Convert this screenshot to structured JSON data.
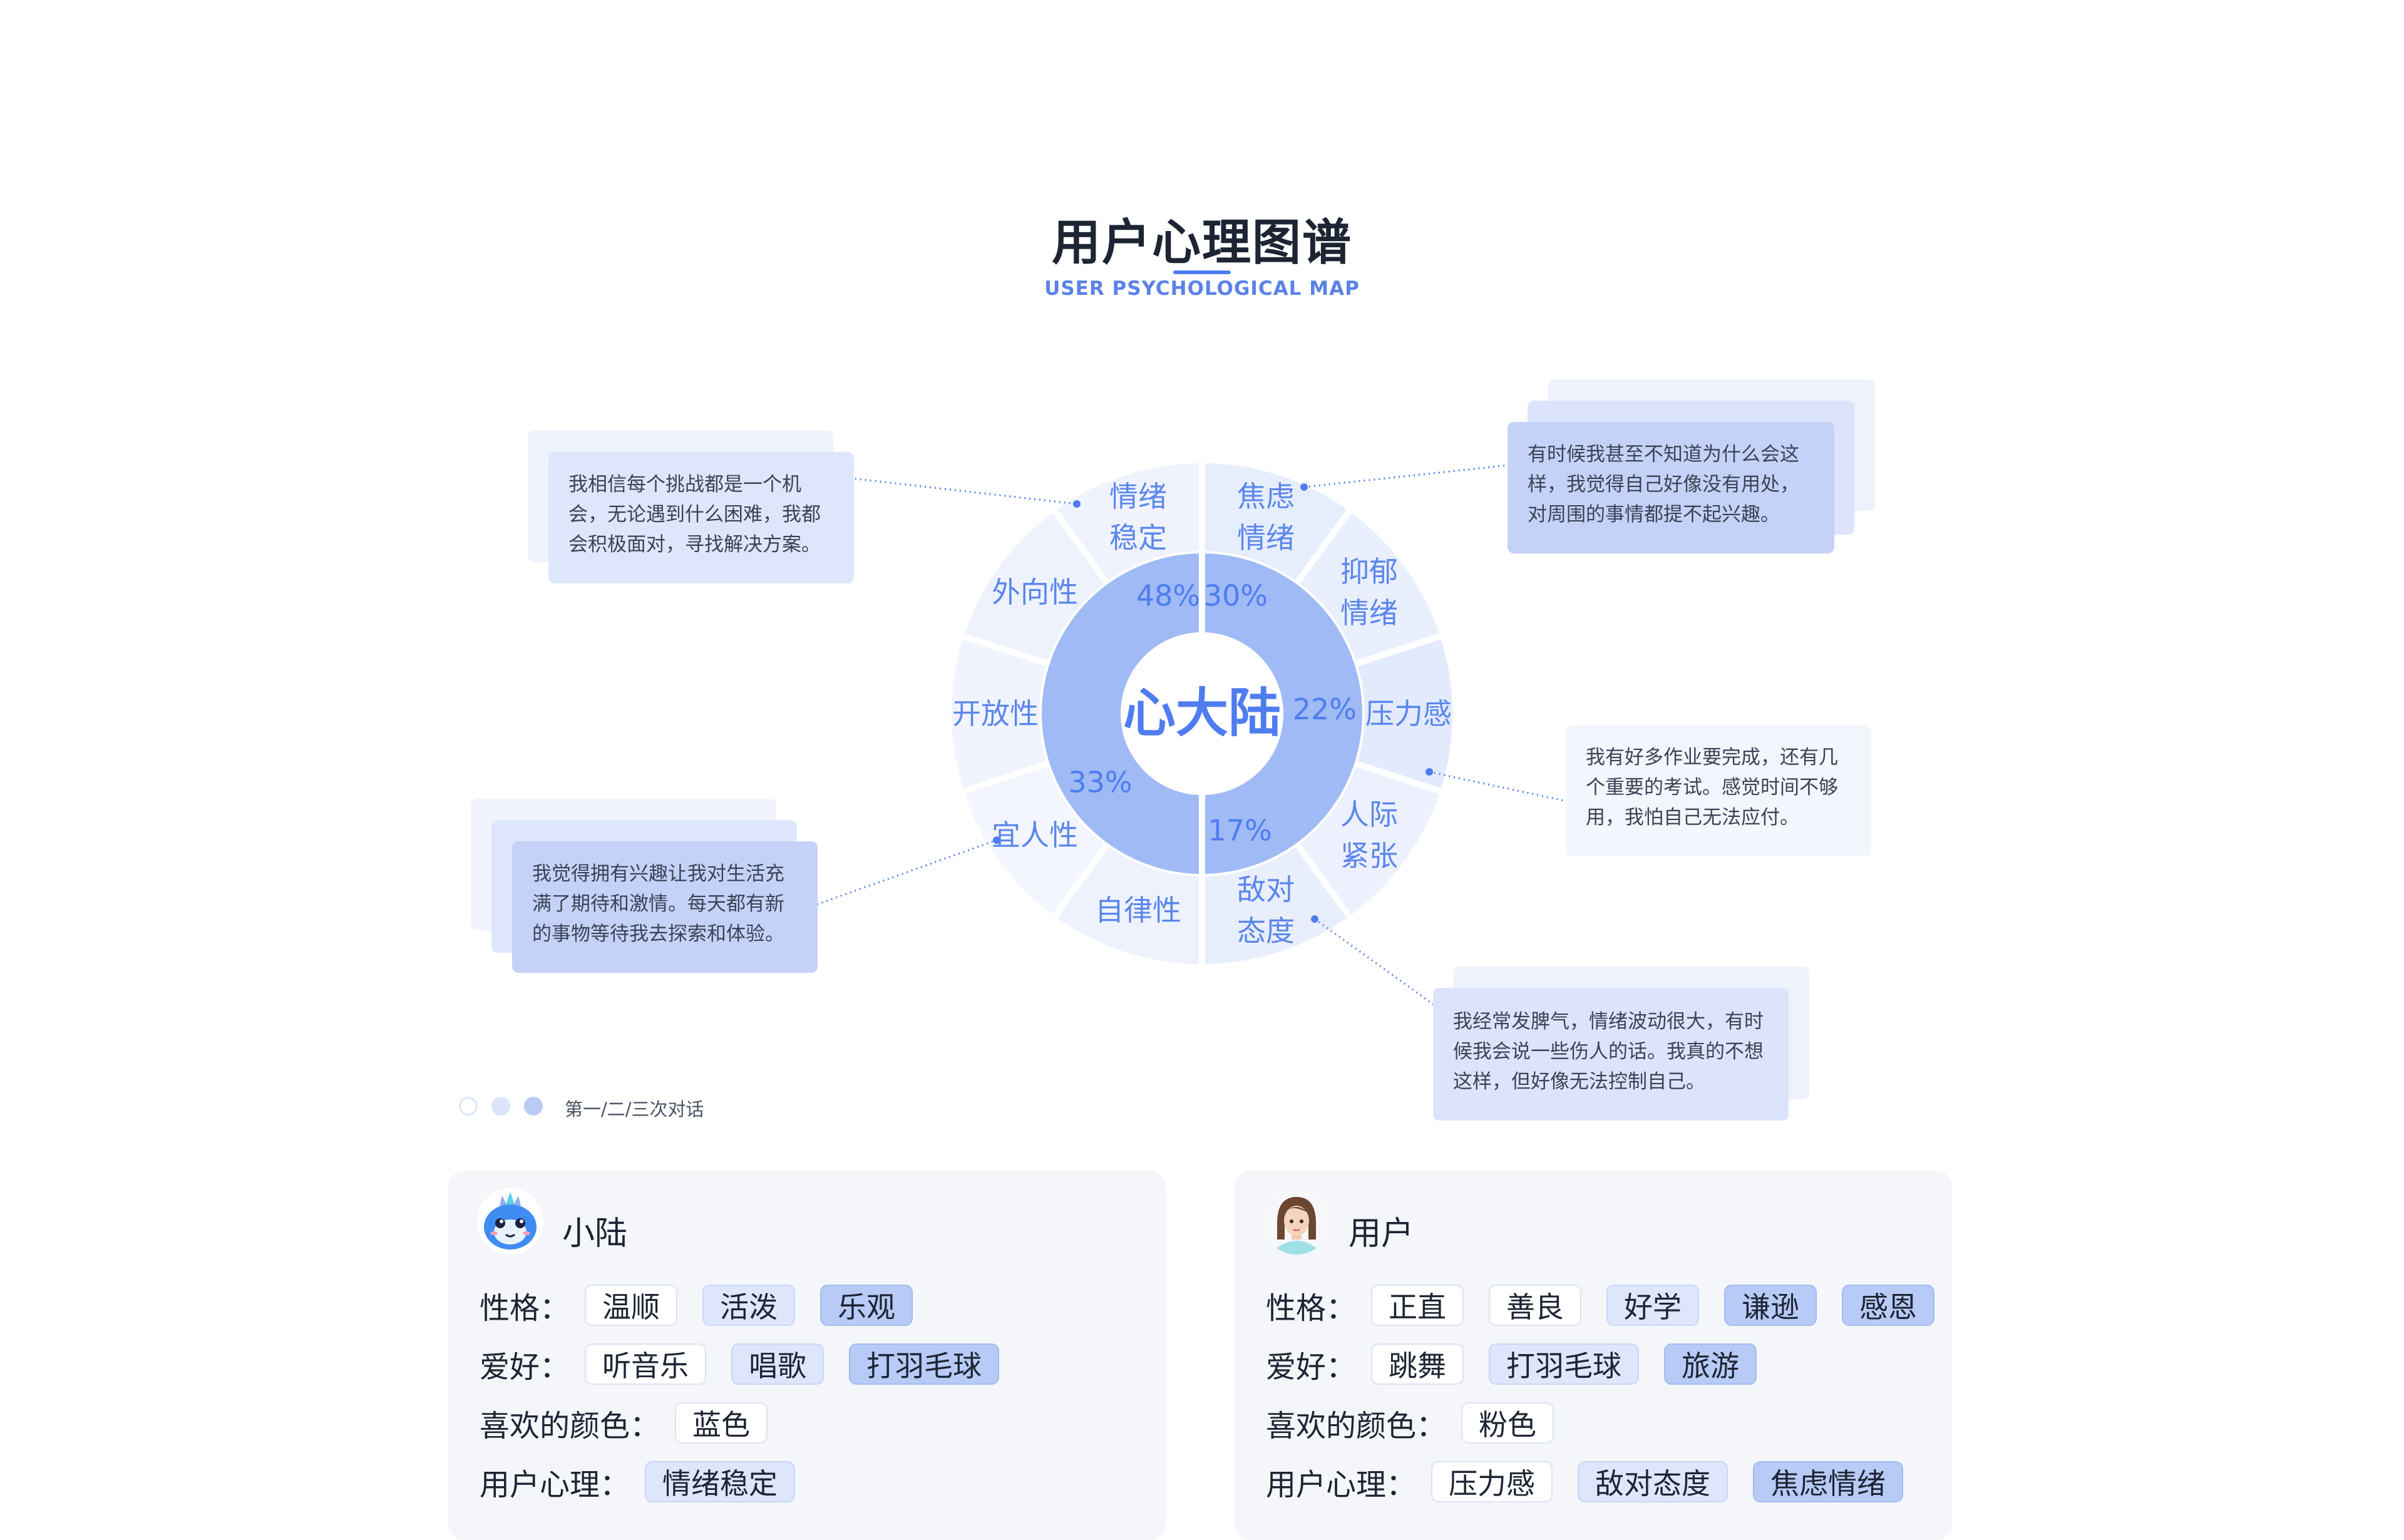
{
  "header": {
    "title": "用户心理图谱",
    "subtitle": "USER PSYCHOLOGICAL MAP"
  },
  "wheel": {
    "center_label": "心大陆",
    "left_sectors": [
      "情绪稳定",
      "外向性",
      "开放性",
      "宜人性",
      "自律性"
    ],
    "right_sectors": [
      "焦虑情绪",
      "抑郁情绪",
      "压力感",
      "人际紧张",
      "敌对态度"
    ],
    "percentages": {
      "emotional_stability": "48%",
      "anxiety": "30%",
      "pressure": "22%",
      "agreeableness": "33%",
      "hostility": "17%"
    },
    "colors": {
      "outer_ring": "#e8eefc",
      "inner_ring": "#9fbaf5",
      "center": "#ffffff",
      "text": "#5b86ec",
      "center_text": "#4f7df0"
    }
  },
  "bubbles": {
    "top_left": "我相信每个挑战都是一个机会，无论遇到什么困难，我都会积极面对，寻找解决方案。",
    "top_right": "有时候我甚至不知道为什么会这样，我觉得自己好像没有用处，对周围的事情都提不起兴趣。",
    "middle_right": "我有好多作业要完成，还有几个重要的考试。感觉时间不够用，我怕自己无法应付。",
    "bottom_left": "我觉得拥有兴趣让我对生活充满了期待和激情。每天都有新的事物等待我去探索和体验。",
    "bottom_right": "我经常发脾气，情绪波动很大，有时候我会说一些伤人的话。我真的不想这样，但好像无法控制自己。"
  },
  "legend": {
    "label": "第一/二/三次对话",
    "colors": [
      "#eef2fd",
      "#dbe4fb",
      "#b9ccf6"
    ]
  },
  "cards": {
    "assistant": {
      "name": "小陆",
      "avatar_icon": "blue-dragon-mascot-icon",
      "personality_label": "性格：",
      "personality": [
        "温顺",
        "活泼",
        "乐观"
      ],
      "hobbies_label": "爱好：",
      "hobbies": [
        "听音乐",
        "唱歌",
        "打羽毛球"
      ],
      "color_label": "喜欢的颜色：",
      "color": [
        "蓝色"
      ],
      "psych_label": "用户心理：",
      "psych": [
        "情绪稳定"
      ]
    },
    "user": {
      "name": "用户",
      "avatar_icon": "girl-avatar-icon",
      "personality_label": "性格：",
      "personality": [
        "正直",
        "善良",
        "好学",
        "谦逊",
        "感恩"
      ],
      "hobbies_label": "爱好：",
      "hobbies": [
        "跳舞",
        "打羽毛球",
        "旅游"
      ],
      "color_label": "喜欢的颜色：",
      "color": [
        "粉色"
      ],
      "psych_label": "用户心理：",
      "psych": [
        "压力感",
        "敌对态度",
        "焦虑情绪"
      ]
    }
  }
}
